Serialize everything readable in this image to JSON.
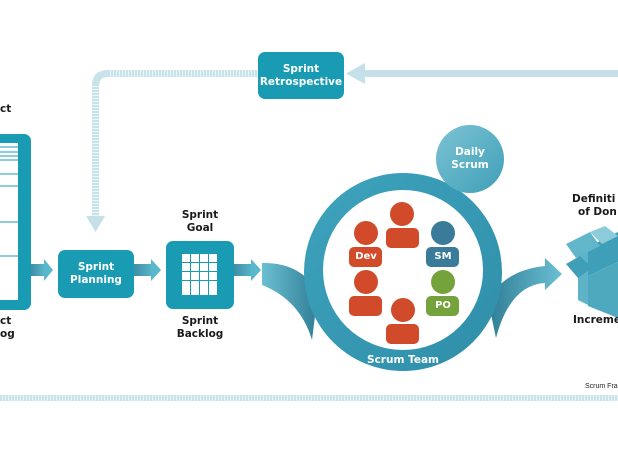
{
  "diagram": {
    "title_footer": "Scrum Fra",
    "colors": {
      "teal": "#1a9bb4",
      "light_arrow": "#c5e0e8",
      "dev": "#d14a2a",
      "sm": "#3a7b9a",
      "po": "#74a33b",
      "circle_ring": "#4aaec5"
    },
    "product_backlog": {
      "top_label": "ct",
      "bottom_label_line1": "ct",
      "bottom_label_line2": "og"
    },
    "sprint_retrospective": {
      "line1": "Sprint",
      "line2": "Retrospective"
    },
    "sprint_planning": {
      "line1": "Sprint",
      "line2": "Planning"
    },
    "sprint_goal": {
      "line1": "Sprint",
      "line2": "Goal"
    },
    "sprint_backlog": {
      "line1": "Sprint",
      "line2": "Backlog"
    },
    "daily_scrum": {
      "line1": "Daily",
      "line2": "Scrum"
    },
    "scrum_team": {
      "label": "Scrum Team",
      "members": [
        {
          "role": "Dev",
          "tag": "Dev"
        },
        {
          "role": "Dev",
          "tag": ""
        },
        {
          "role": "Dev",
          "tag": ""
        },
        {
          "role": "Dev",
          "tag": ""
        },
        {
          "role": "SM",
          "tag": "SM"
        },
        {
          "role": "PO",
          "tag": "PO"
        }
      ]
    },
    "definition_of_done": {
      "line1": "Definiti",
      "line2": "of Don"
    },
    "increment": {
      "label": "Increme"
    }
  }
}
